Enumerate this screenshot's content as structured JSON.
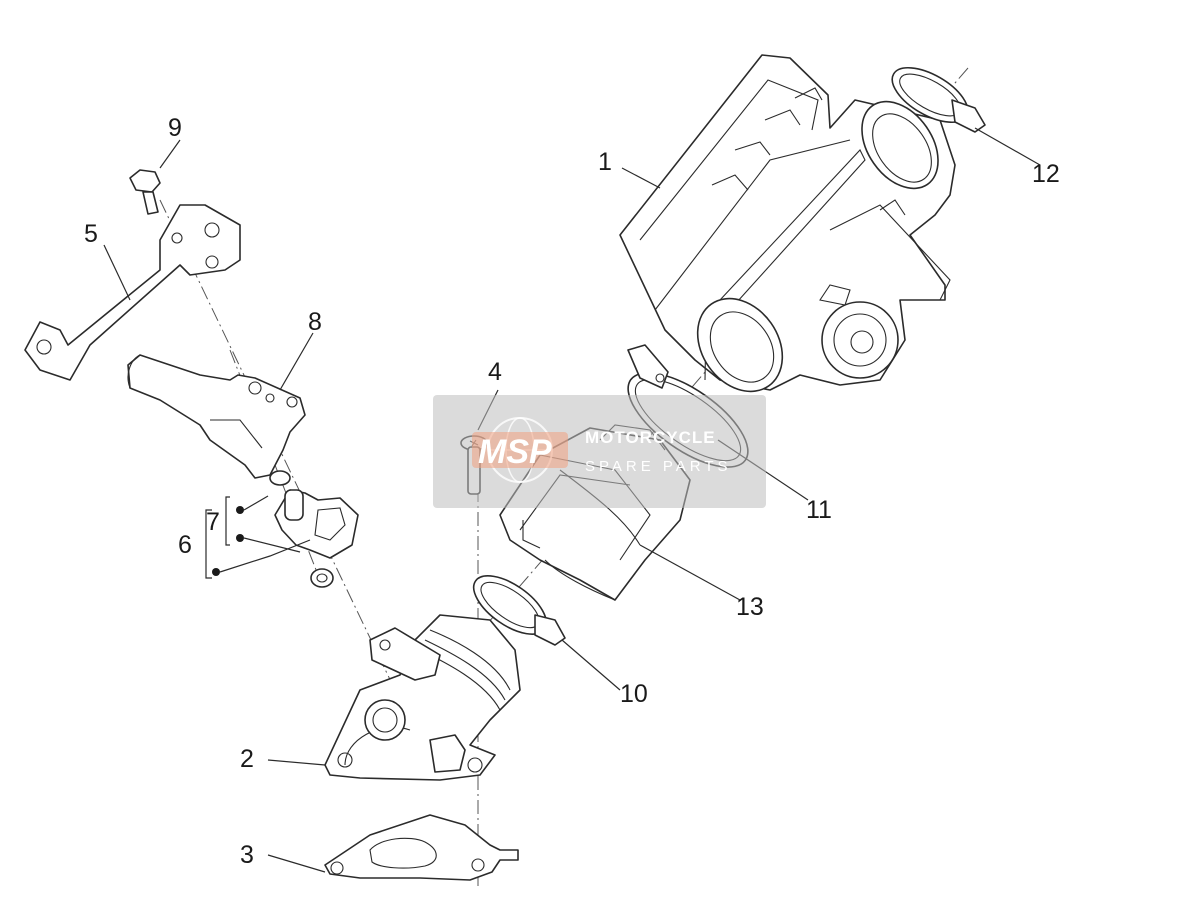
{
  "diagram": {
    "callouts": {
      "c1": "1",
      "c2": "2",
      "c3": "3",
      "c4": "4",
      "c5": "5",
      "c6": "6",
      "c7": "7",
      "c8": "8",
      "c9": "9",
      "c10": "10",
      "c11": "11",
      "c12": "12",
      "c13": "13"
    }
  },
  "watermark": {
    "logo": "MSP",
    "line1": "MOTORCYCLE",
    "line2": "SPARE PARTS"
  },
  "colors": {
    "stroke": "#2b2b2b",
    "background": "#ffffff",
    "watermark": "#bdbdbd"
  }
}
